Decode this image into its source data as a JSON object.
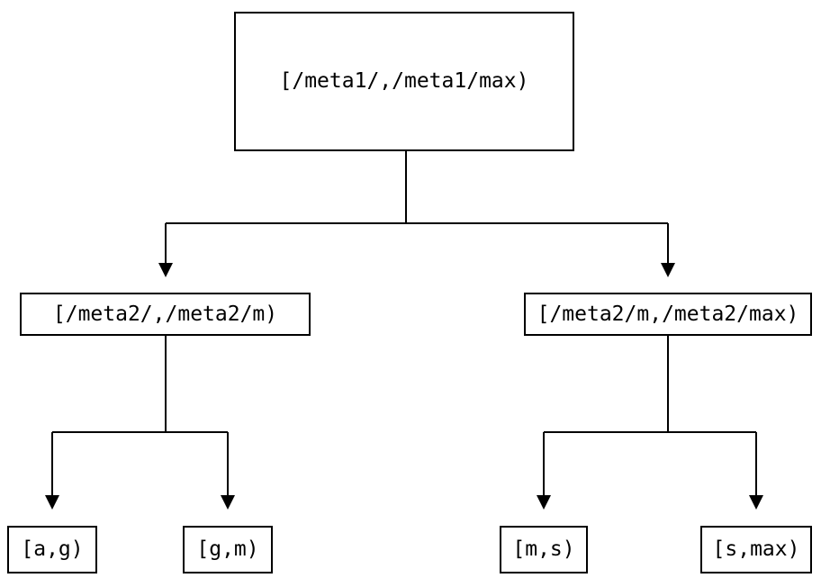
{
  "diagram": {
    "type": "tree",
    "colors": {
      "background": "#ffffff",
      "stroke": "#000000",
      "text": "#000000",
      "node_fill": "#ffffff"
    },
    "nodes": {
      "root": {
        "label": "[/meta1/,/meta1/max)"
      },
      "left_child": {
        "label": "[/meta2/,/meta2/m)"
      },
      "right_child": {
        "label": "[/meta2/m,/meta2/max)"
      },
      "leaf_1": {
        "label": "[a,g)"
      },
      "leaf_2": {
        "label": "[g,m)"
      },
      "leaf_3": {
        "label": "[m,s)"
      },
      "leaf_4": {
        "label": "[s,max)"
      }
    },
    "edges": [
      {
        "from": "root",
        "to": "left_child"
      },
      {
        "from": "root",
        "to": "right_child"
      },
      {
        "from": "left_child",
        "to": "leaf_1"
      },
      {
        "from": "left_child",
        "to": "leaf_2"
      },
      {
        "from": "right_child",
        "to": "leaf_3"
      },
      {
        "from": "right_child",
        "to": "leaf_4"
      }
    ]
  }
}
